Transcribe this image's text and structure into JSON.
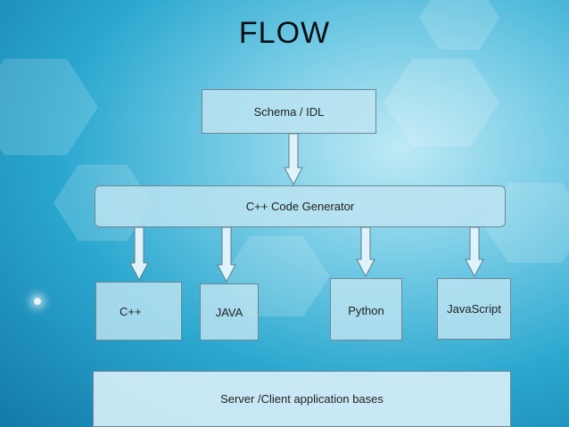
{
  "title": "FLOW",
  "nodes": {
    "schema": "Schema / IDL",
    "generator": "C++ Code Generator",
    "cpp": "C++",
    "java": "JAVA",
    "python": "Python",
    "javascript": "JavaScript",
    "server": "Server /Client application bases"
  },
  "edges": [
    {
      "from": "Schema / IDL",
      "to": "C++ Code Generator"
    },
    {
      "from": "C++ Code Generator",
      "to": "C++"
    },
    {
      "from": "C++ Code Generator",
      "to": "JAVA"
    },
    {
      "from": "C++ Code Generator",
      "to": "Python"
    },
    {
      "from": "C++ Code Generator",
      "to": "JavaScript"
    }
  ],
  "colors": {
    "box_fill": "#bee4f2",
    "box_border": "#6d8794",
    "arrow_fill": "#dff3fa",
    "arrow_stroke": "#5f7d8c"
  }
}
